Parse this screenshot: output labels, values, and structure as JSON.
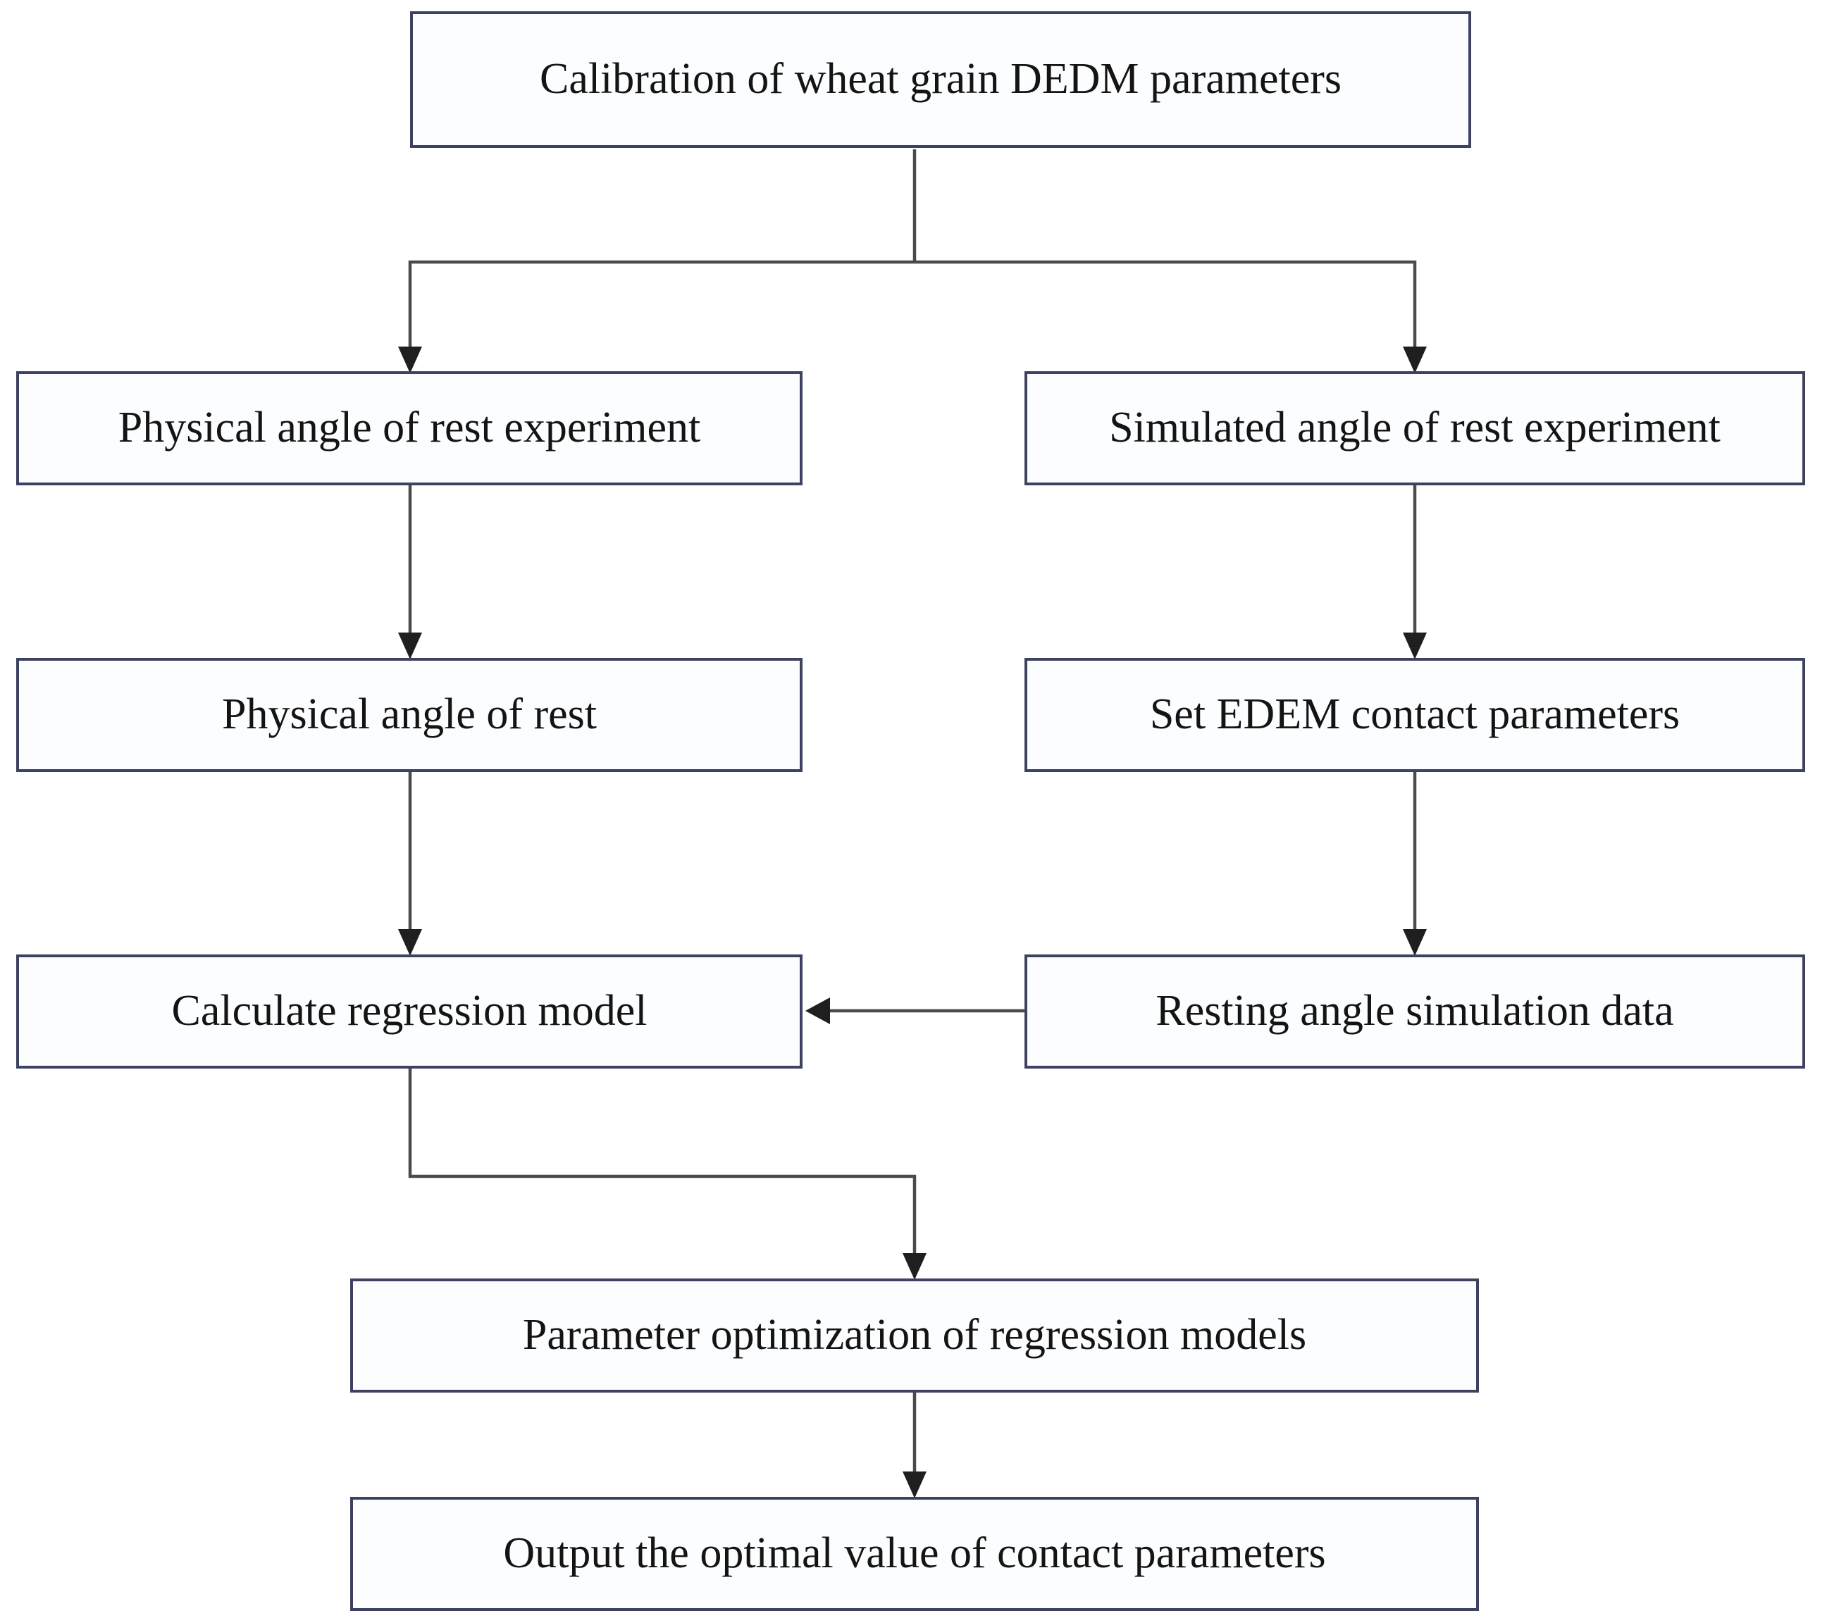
{
  "diagram": {
    "nodes": {
      "calibration": {
        "label": "Calibration of wheat grain DEDM parameters"
      },
      "physical_experiment": {
        "label": "Physical angle of rest experiment"
      },
      "simulated_experiment": {
        "label": "Simulated angle of rest experiment"
      },
      "physical_angle": {
        "label": "Physical angle of rest"
      },
      "set_edem": {
        "label": "Set EDEM contact parameters"
      },
      "calc_regression": {
        "label": "Calculate regression model"
      },
      "resting_data": {
        "label": "Resting angle simulation data"
      },
      "param_optimization": {
        "label": "Parameter optimization of regression models"
      },
      "output": {
        "label": "Output the optimal value of contact parameters"
      }
    },
    "colors": {
      "box-border": "#3d4260",
      "box-fill": "#fcfdfe",
      "line": "#4a4a4a",
      "arrow": "#1f1f1f",
      "text": "#141414"
    }
  }
}
